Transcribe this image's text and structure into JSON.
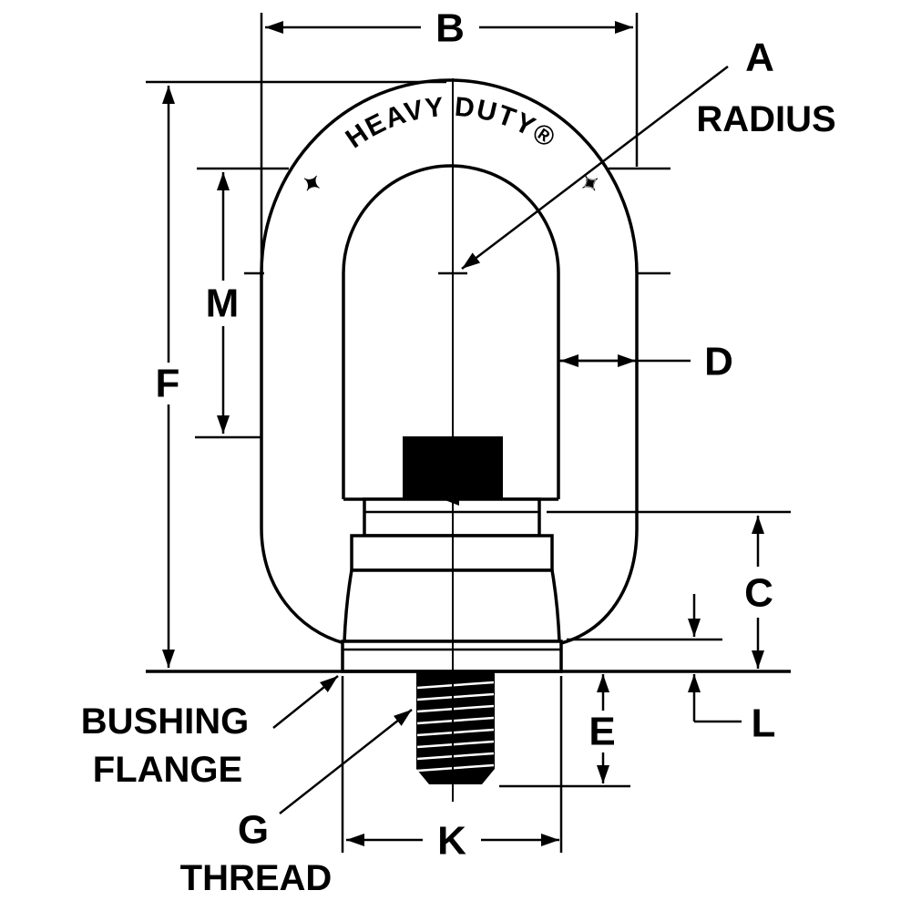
{
  "drawing": {
    "type": "engineering-dimension-diagram",
    "subject": "heavy duty swivel hoist ring side view with dimension callouts",
    "background_color": "#ffffff",
    "line_color": "#000000",
    "brand": {
      "arc_text": "HEAVY DUTY®",
      "star_icon": "✦"
    },
    "dim_labels": {
      "B": "B",
      "F": "F",
      "M": "M",
      "D": "D",
      "C": "C",
      "E": "E",
      "L": "L",
      "K": "K"
    },
    "callouts": {
      "radius": {
        "letter": "A",
        "word": "RADIUS"
      },
      "thread": {
        "letter": "G",
        "word": "THREAD"
      },
      "bushing": {
        "line1": "BUSHING",
        "line2": "FLANGE"
      }
    }
  }
}
